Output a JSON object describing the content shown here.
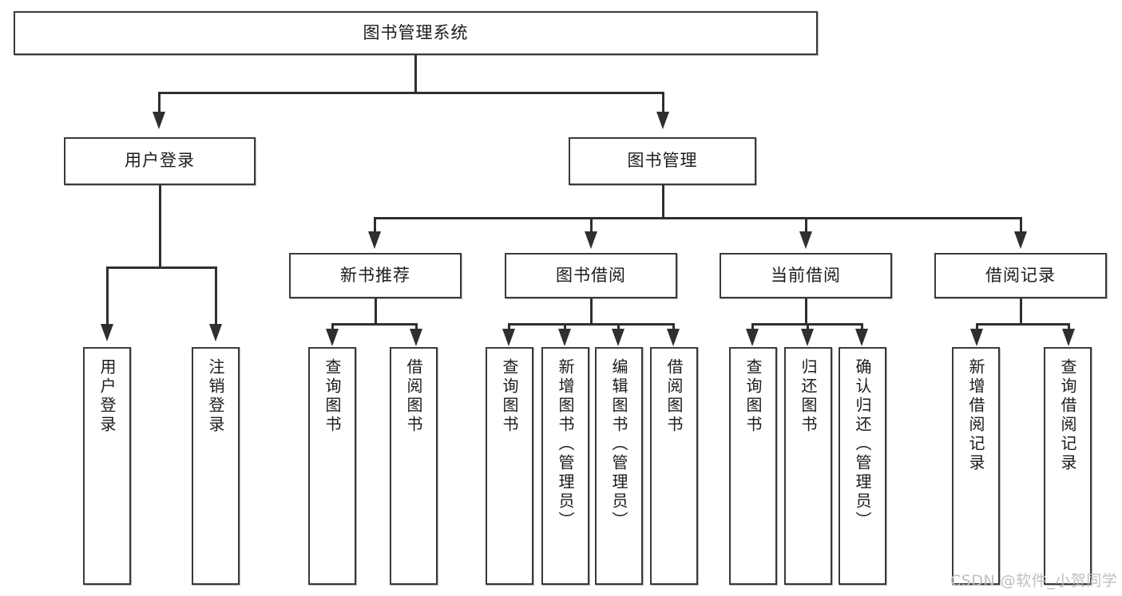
{
  "diagram": {
    "title": "图书管理系统",
    "type": "function-structure-tree",
    "root": {
      "id": "root",
      "label": "图书管理系统",
      "orientation": "horizontal"
    },
    "level2": [
      {
        "id": "user-login",
        "label": "用户登录",
        "orientation": "horizontal"
      },
      {
        "id": "book-management",
        "label": "图书管理",
        "orientation": "horizontal"
      }
    ],
    "level3": [
      {
        "id": "new-book-recommend",
        "label": "新书推荐",
        "parent": "book-management",
        "orientation": "horizontal"
      },
      {
        "id": "book-borrow",
        "label": "图书借阅",
        "parent": "book-management",
        "orientation": "horizontal"
      },
      {
        "id": "current-borrow",
        "label": "当前借阅",
        "parent": "book-management",
        "orientation": "horizontal"
      },
      {
        "id": "borrow-record",
        "label": "借阅记录",
        "parent": "book-management",
        "orientation": "horizontal"
      }
    ],
    "leaves": [
      {
        "id": "leaf-user-login",
        "label": "用户登录",
        "parent": "user-login",
        "orientation": "vertical"
      },
      {
        "id": "leaf-user-logout",
        "label": "注销登录",
        "parent": "user-login",
        "orientation": "vertical"
      },
      {
        "id": "leaf-query-book-1",
        "label": "查询图书",
        "parent": "new-book-recommend",
        "orientation": "vertical"
      },
      {
        "id": "leaf-borrow-book-1",
        "label": "借阅图书",
        "parent": "new-book-recommend",
        "orientation": "vertical"
      },
      {
        "id": "leaf-query-book-2",
        "label": "查询图书",
        "parent": "book-borrow",
        "orientation": "vertical"
      },
      {
        "id": "leaf-add-book",
        "label": "新增图书（管理员）",
        "parent": "book-borrow",
        "orientation": "vertical"
      },
      {
        "id": "leaf-edit-book",
        "label": "编辑图书（管理员）",
        "parent": "book-borrow",
        "orientation": "vertical"
      },
      {
        "id": "leaf-borrow-book-2",
        "label": "借阅图书",
        "parent": "book-borrow",
        "orientation": "vertical"
      },
      {
        "id": "leaf-query-book-3",
        "label": "查询图书",
        "parent": "current-borrow",
        "orientation": "vertical"
      },
      {
        "id": "leaf-return-book",
        "label": "归还图书",
        "parent": "current-borrow",
        "orientation": "vertical"
      },
      {
        "id": "leaf-confirm-return",
        "label": "确认归还（管理员）",
        "parent": "current-borrow",
        "orientation": "vertical"
      },
      {
        "id": "leaf-add-record",
        "label": "新增借阅记录",
        "parent": "borrow-record",
        "orientation": "vertical"
      },
      {
        "id": "leaf-query-record",
        "label": "查询借阅记录",
        "parent": "borrow-record",
        "orientation": "vertical"
      }
    ],
    "colors": {
      "box_border": "#3a3a3a",
      "box_fill": "#ffffff",
      "connector": "#2f2f2f",
      "text": "#1b1b1b",
      "watermark": "#bfbfbf",
      "background": "#ffffff"
    }
  },
  "watermark": {
    "text": "CSDN @软件_小贺同学"
  }
}
